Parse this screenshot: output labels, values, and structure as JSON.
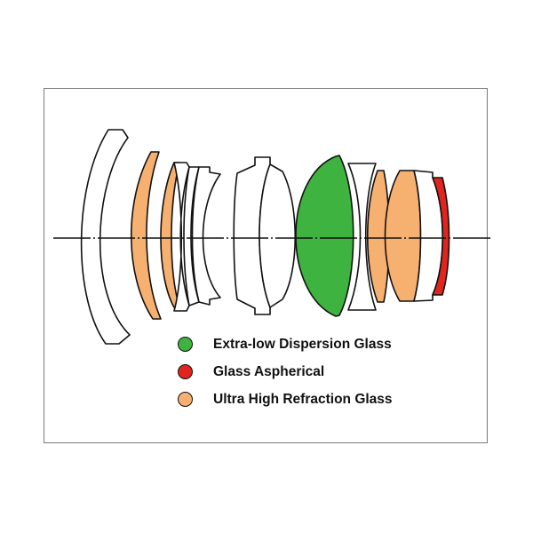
{
  "colors": {
    "ed_glass": "#3fb33f",
    "aspherical": "#e2241f",
    "uhr_glass": "#f6b06f",
    "outline": "#111111",
    "plain_glass": "#ffffff"
  },
  "legend": {
    "items": [
      {
        "label": "Extra-low Dispersion Glass",
        "color": "#3fb33f",
        "icon": "ed-glass-swatch"
      },
      {
        "label": "Glass Aspherical",
        "color": "#e2241f",
        "icon": "aspherical-swatch"
      },
      {
        "label": "Ultra High Refraction Glass",
        "color": "#f6b06f",
        "icon": "uhr-glass-swatch"
      }
    ]
  }
}
